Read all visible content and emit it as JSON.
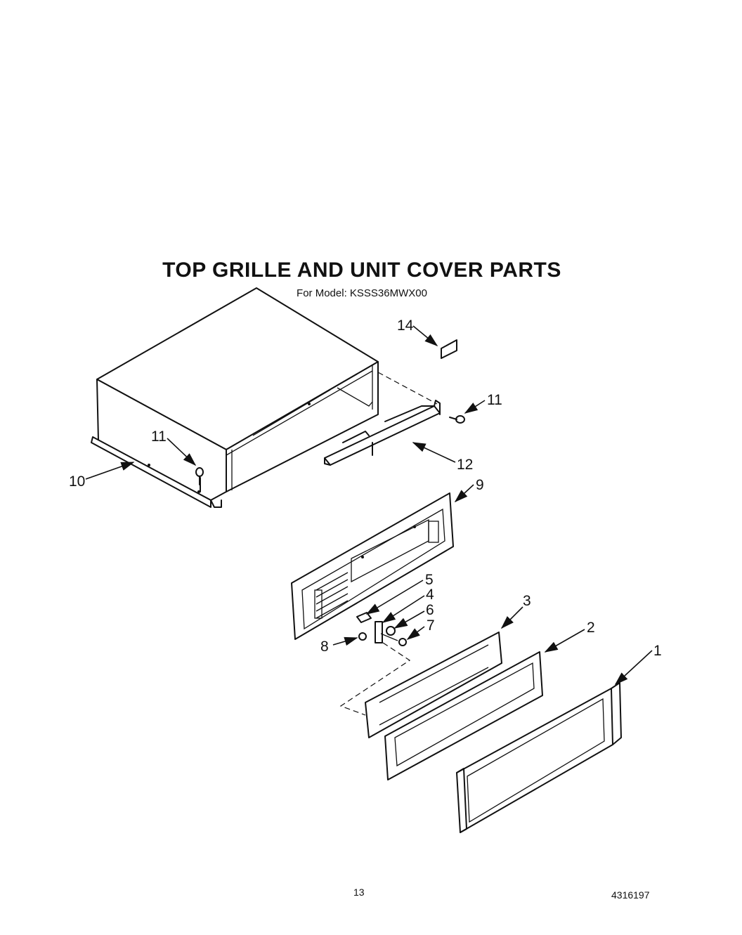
{
  "header": {
    "title": "TOP GRILLE AND UNIT COVER PARTS",
    "subtitle": "For Model: KSSS36MWX00"
  },
  "callouts": {
    "c1": "1",
    "c2": "2",
    "c3": "3",
    "c4": "4",
    "c5": "5",
    "c6": "6",
    "c7": "7",
    "c8": "8",
    "c9": "9",
    "c10": "10",
    "c11a": "11",
    "c11b": "11",
    "c12": "12",
    "c14": "14"
  },
  "footer": {
    "page_number": "13",
    "doc_number": "4316197"
  }
}
